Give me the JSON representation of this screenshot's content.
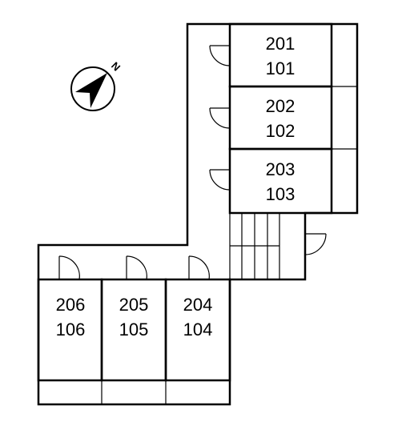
{
  "compass": {
    "label": "N",
    "icon": "north-arrow-icon"
  },
  "units": {
    "u201": {
      "upper": "201",
      "lower": "101"
    },
    "u202": {
      "upper": "202",
      "lower": "102"
    },
    "u203": {
      "upper": "203",
      "lower": "103"
    },
    "u206": {
      "upper": "206",
      "lower": "106"
    },
    "u205": {
      "upper": "205",
      "lower": "105"
    },
    "u204": {
      "upper": "204",
      "lower": "104"
    }
  }
}
